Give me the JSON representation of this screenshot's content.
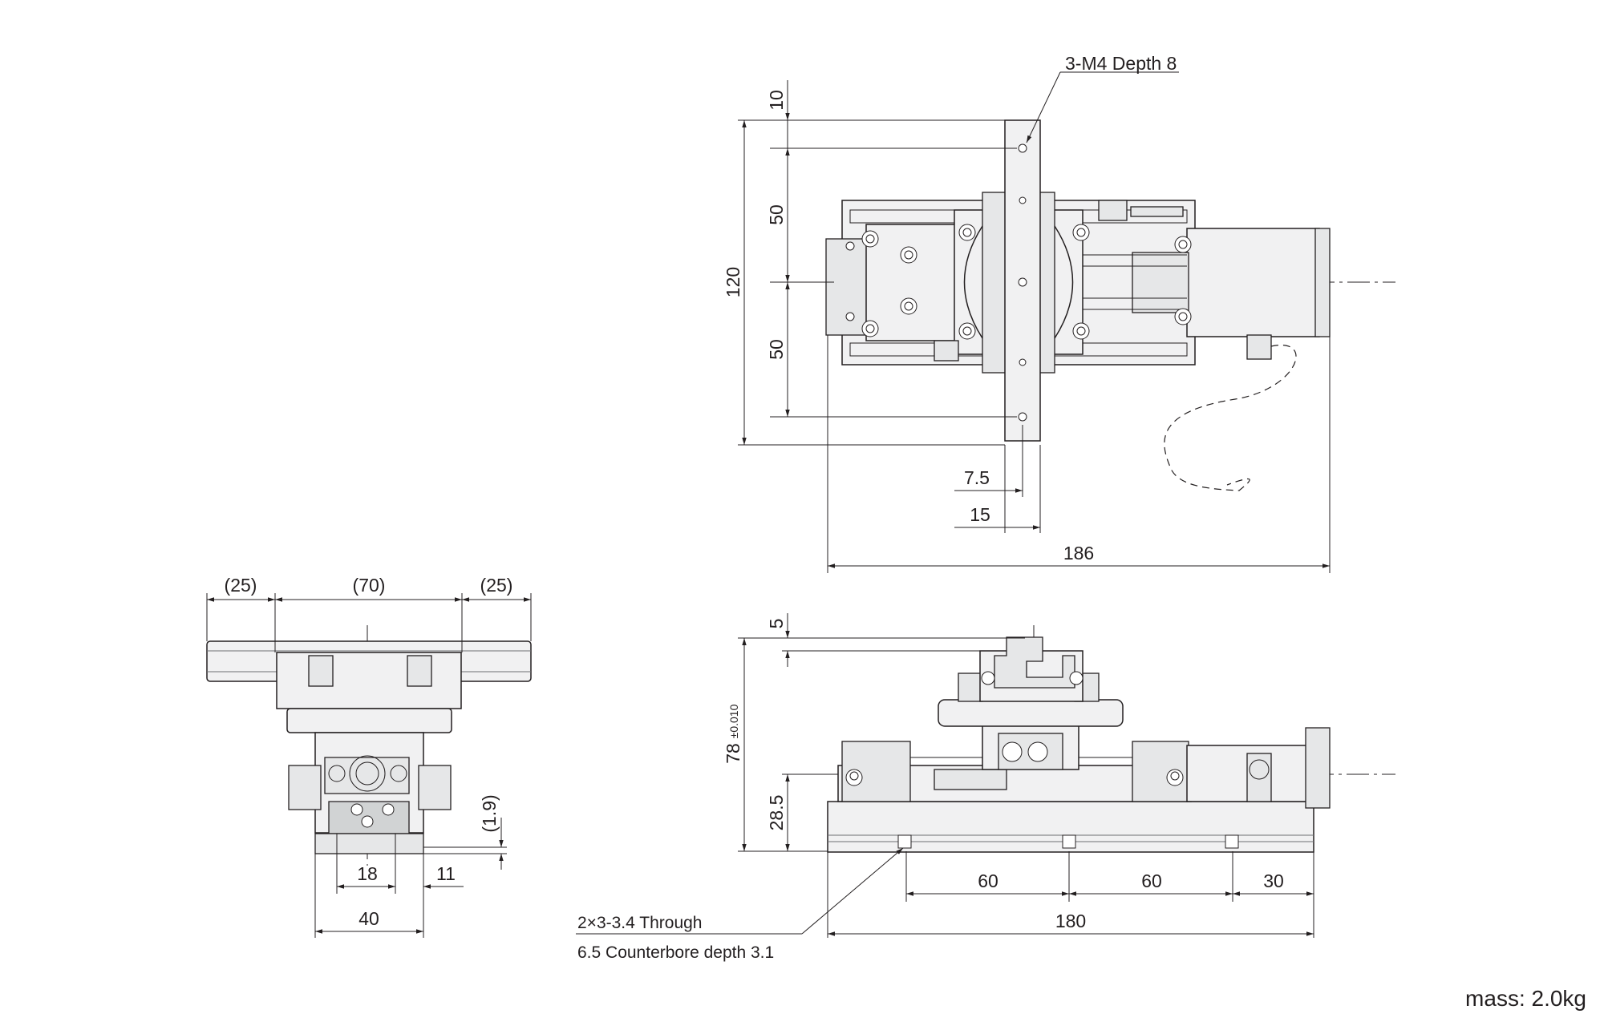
{
  "top_view": {
    "callout": "3-M4 Depth 8",
    "dims": {
      "top": "10",
      "pitch_upper": "50",
      "total_height": "120",
      "pitch_lower": "50",
      "half_width": "7.5",
      "width": "15",
      "length": "186"
    }
  },
  "front_view": {
    "dims": {
      "top": "5",
      "height": "78",
      "tolerance": "±0.010",
      "axis_height": "28.5",
      "pitch_1": "60",
      "pitch_2": "60",
      "end": "30",
      "base_length": "180"
    },
    "note_line1": "2×3-3.4 Through",
    "note_line2": "6.5 Counterbore depth 3.1"
  },
  "side_view": {
    "dims": {
      "left": "(25)",
      "center": "(70)",
      "right": "(25)",
      "offset": "(1.9)",
      "hole_pitch": "18",
      "edge": "11",
      "width": "40"
    }
  },
  "mass": "mass: 2.0kg"
}
